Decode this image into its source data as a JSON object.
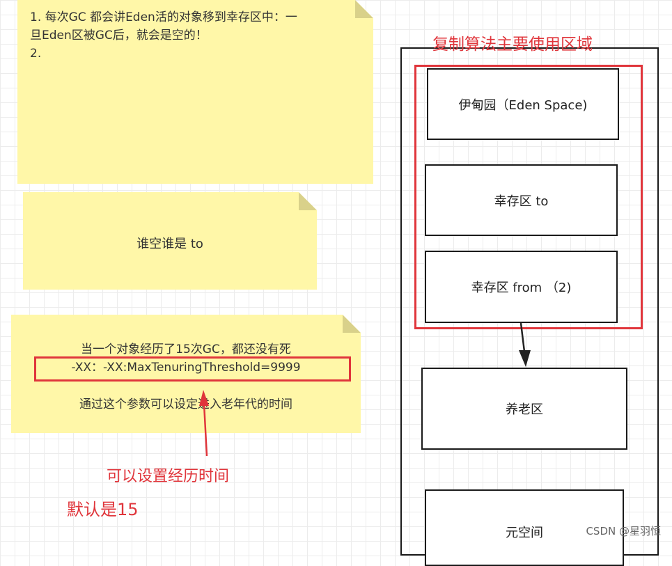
{
  "notes": {
    "note1": {
      "line1": "1. 每次GC 都会讲Eden活的对象移到幸存区中：一",
      "line2": "旦Eden区被GC后，就会是空的！",
      "line3": "2."
    },
    "note2": {
      "text": "谁空谁是 to"
    },
    "note3": {
      "line1": "当一个对象经历了15次GC，都还没有死",
      "line2": "-XX：-XX:MaxTenuringThreshold=9999",
      "line3": "通过这个参数可以设定进入老年代的时间"
    }
  },
  "annotations": {
    "copy_algorithm_area": "复制算法主要使用区域",
    "set_experience_time": "可以设置经历时间",
    "default_is_15": "默认是15"
  },
  "heap": {
    "eden": "伊甸园（Eden Space)",
    "survivor_to": "幸存区  to",
    "survivor_from": "幸存区  from （2)",
    "old_gen": "养老区",
    "metaspace": "元空间"
  },
  "watermark": "CSDN @星羽恒",
  "colors": {
    "note_bg": "#fff7a8",
    "accent_red": "#e0353b",
    "box_border": "#1a1a1a"
  }
}
